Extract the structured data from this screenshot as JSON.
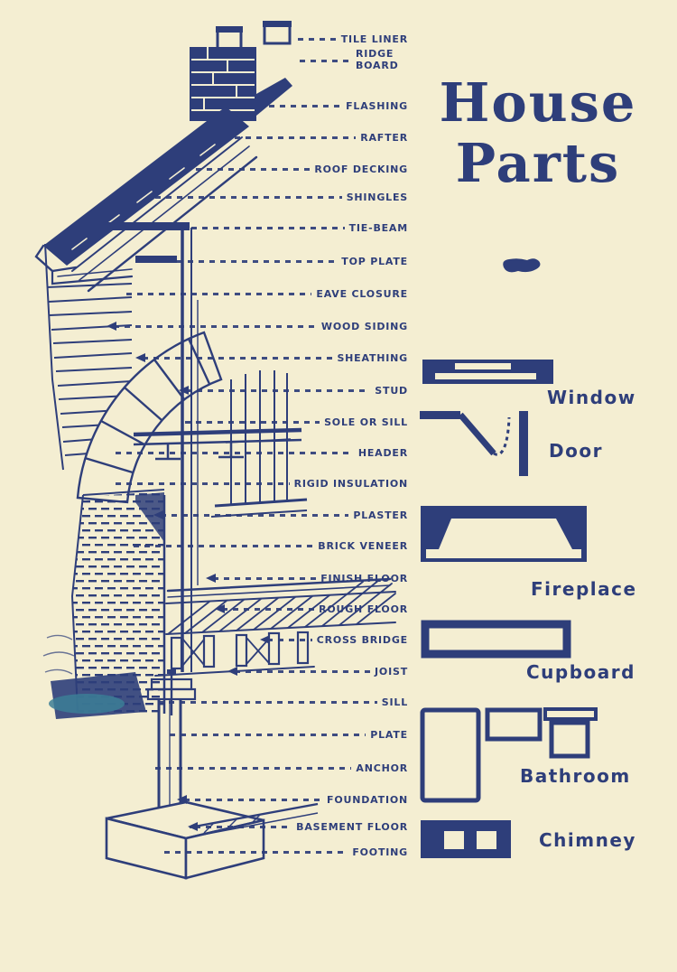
{
  "title": {
    "line1": "House",
    "line2": "Parts"
  },
  "colors": {
    "paper": "#f4eed2",
    "ink": "#2e3e7a",
    "teal_smudge": "#3c7e96"
  },
  "part_labels": [
    {
      "text": "TILE LINER"
    },
    {
      "text": "RIDGE BOARD"
    },
    {
      "text": "FLASHING"
    },
    {
      "text": "RAFTER"
    },
    {
      "text": "ROOF DECKING"
    },
    {
      "text": "SHINGLES"
    },
    {
      "text": "TIE-BEAM"
    },
    {
      "text": "TOP PLATE"
    },
    {
      "text": "EAVE CLOSURE"
    },
    {
      "text": "WOOD SIDING"
    },
    {
      "text": "SHEATHING"
    },
    {
      "text": "STUD"
    },
    {
      "text": "SOLE OR SILL"
    },
    {
      "text": "HEADER"
    },
    {
      "text": "RIGID INSULATION"
    },
    {
      "text": "PLASTER"
    },
    {
      "text": "BRICK VENEER"
    },
    {
      "text": "FINISH FLOOR"
    },
    {
      "text": "ROUGH FLOOR"
    },
    {
      "text": "CROSS BRIDGE"
    },
    {
      "text": "JOIST"
    },
    {
      "text": "SILL"
    },
    {
      "text": "PLATE"
    },
    {
      "text": "ANCHOR"
    },
    {
      "text": "FOUNDATION"
    },
    {
      "text": "BASEMENT FLOOR"
    },
    {
      "text": "FOOTING"
    }
  ],
  "legend": {
    "window_label": "Window",
    "door_label": "Door",
    "fireplace_label": "Fireplace",
    "cupboard_label": "Cupboard",
    "bathroom_label": "Bathroom",
    "chimney_label": "Chimney"
  }
}
